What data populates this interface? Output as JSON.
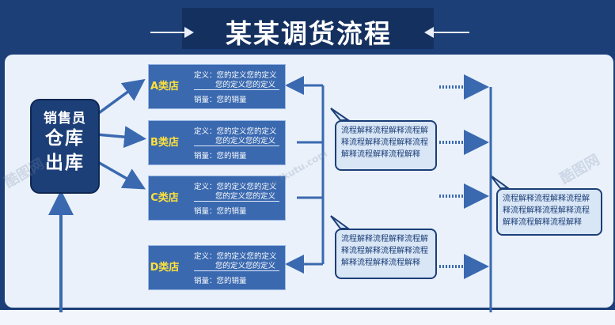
{
  "title": "某某调货流程",
  "left_box": {
    "line1": "销售员",
    "line2": "仓库",
    "line3": "出库"
  },
  "stores": [
    {
      "name": "A类店",
      "def1": "定义：您的定义您的定义",
      "def2": "您的定义您的定义",
      "sales": "销量：您的销量"
    },
    {
      "name": "B类店",
      "def1": "定义：您的定义您的定义",
      "def2": "您的定义您的定义",
      "sales": "销量：您的销量"
    },
    {
      "name": "C类店",
      "def1": "定义：您的定义您的定义",
      "def2": "您的定义您的定义",
      "sales": "销量：您的销量"
    },
    {
      "name": "D类店",
      "def1": "定义：您的定义您的定义",
      "def2": "您的定义您的定义",
      "sales": "销量：您的销量"
    }
  ],
  "bubbles": [
    {
      "lines": [
        "流程解释流程解释流程解",
        "释流程解释流程解释流程",
        "解释流程解释流程解释"
      ]
    },
    {
      "lines": [
        "流程解释流程解释流程解",
        "释流程解释流程解释流程",
        "解释流程解释流程解释"
      ]
    },
    {
      "lines": [
        "流程解释流程解释流程解",
        "释流程解释流程解释流程",
        "解释流程解释流程解释"
      ]
    }
  ],
  "watermark": {
    "text1": "酷图网",
    "text2": "www.ikutu.com"
  },
  "colors": {
    "background": "#1c3f78",
    "panel": "#eaf1fa",
    "store_fill": "#3a69b0",
    "store_name": "#ffe13a",
    "bubble_fill": "#d9e6f6",
    "connector": "#3a69b0"
  }
}
